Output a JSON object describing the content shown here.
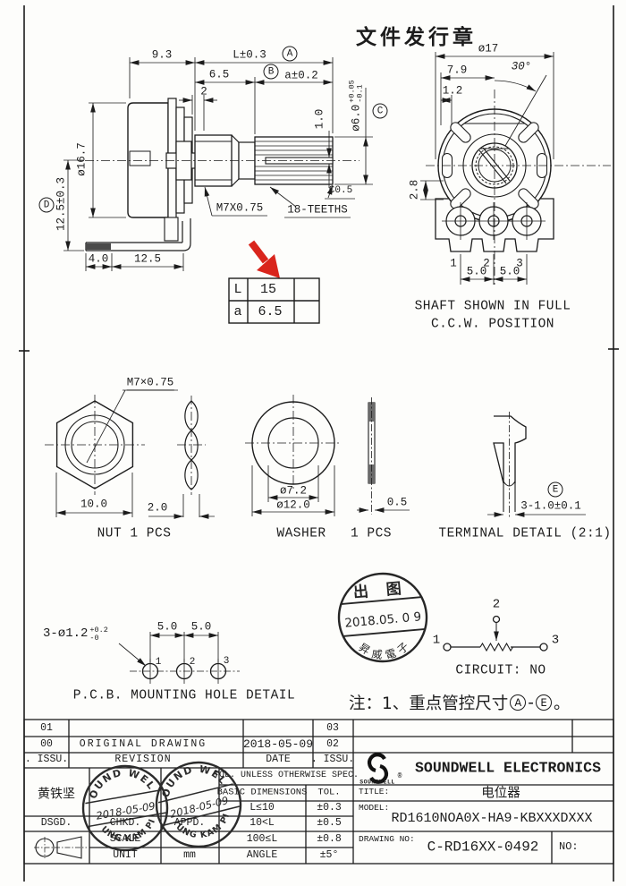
{
  "colors": {
    "ink": "#1c1c1c",
    "red": "#d9251c",
    "paper": "#fdfdfb"
  },
  "header": {
    "title": "文件发行章"
  },
  "side": {
    "d93": "9.3",
    "dL": "L±0.3",
    "bA": "A",
    "d65": "6.5",
    "bB": "B",
    "da": "a±0.2",
    "d2": "2",
    "d10": "1.0",
    "dia6": "ø6.0",
    "dia6p": "+0.05",
    "dia6m": "-0.1",
    "bC": "C",
    "dia167": "ø16.7",
    "bD": "D",
    "d125t": "12.5±0.3",
    "d40": "4.0",
    "d125": "12.5",
    "thread": "M7X0.75",
    "teeth": "18-TEETHS",
    "chamfer": "C0.5"
  },
  "lut": {
    "r1c1": "L",
    "r1c2": "15",
    "r2c1": "a",
    "r2c2": "6.5"
  },
  "front": {
    "dia17": "ø17",
    "d79": "7.9",
    "d30": "30°",
    "d12": "1.2",
    "d28": "2.8",
    "p1": "1",
    "p2": "2",
    "p3": "3",
    "d50a": "5.0",
    "d50b": "5.0",
    "cap1": "SHAFT SHOWN IN FULL",
    "cap2": "C.C.W. POSITION"
  },
  "nut": {
    "thread": "M7×0.75",
    "d100": "10.0",
    "d20": "2.0",
    "cap": "NUT 1 PCS"
  },
  "washer": {
    "d72": "ø7.2",
    "d120": "ø12.0",
    "d05": "0.5",
    "cap1": "WASHER",
    "cap2": "1 PCS"
  },
  "terminal": {
    "bE": "E",
    "dim": "3-1.0±0.1",
    "cap": "TERMINAL DETAIL (2:1)"
  },
  "rstamp": {
    "top": "出 图",
    "date": "2018.05. 0 9",
    "bottom": "昇威電子"
  },
  "circuit": {
    "p1": "1",
    "p2": "2",
    "p3": "3",
    "cap": "CIRCUIT: NO"
  },
  "note": {
    "prefix": "注：1、重点管控尺寸",
    "bA": "A",
    "dash": "-",
    "bE": "E",
    "suffix": "。"
  },
  "pcb": {
    "label": "3-ø1.2",
    "tp": "+0.2",
    "tm": "-0",
    "d50a": "5.0",
    "d50b": "5.0",
    "h1": "1",
    "h2": "2",
    "h3": "3",
    "cap": "P.C.B. MOUNTING HOLE DETAIL"
  },
  "tb": {
    "rev": [
      [
        "01",
        "",
        "",
        "03"
      ],
      [
        "00",
        "ORIGINAL DRAWING",
        "2018-05-09",
        "02"
      ],
      [
        ". ISSU.",
        "REVISION",
        "DATE",
        ". ISSU."
      ]
    ],
    "signer": "黄铁坚",
    "dsgd": "DSGD.",
    "chkd": "CHKD.",
    "appd": "APPD.",
    "scale": "SCALE",
    "unit": "UNIT",
    "unit_val": "mm",
    "tol_header": "TOL. UNLESS OTHERWISE SPEC.",
    "basic": "BASIC DIMENSIONS",
    "tol": "TOL.",
    "tol_rows": [
      [
        "L≤10",
        "±0.3"
      ],
      [
        "10<L",
        "±0.5"
      ],
      [
        "100≤L",
        "±0.8"
      ],
      [
        "ANGLE",
        "±5°"
      ]
    ],
    "logo_text": "SOUNDWELL",
    "reg": "®",
    "company": "SOUNDWELL ELECTRONICS",
    "title_label": "TITLE:",
    "title": "电位器",
    "model_label": "MODEL:",
    "model": "RD1610NOA0X-HA9-KBXXXDXXX",
    "drawing_label": "DRAWING NO:",
    "drawing_no": "C-RD16XX-0492",
    "no_label": "NO:"
  },
  "astamp": {
    "top": "SOUND WELL",
    "date": "2018-05-09",
    "bottom": "HUNG KAM PIU"
  }
}
